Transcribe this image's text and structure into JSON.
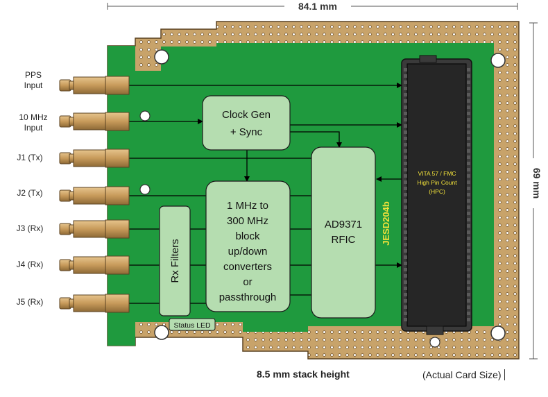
{
  "dimensions": {
    "width": "84.1 mm",
    "height": "69 mm"
  },
  "ports": [
    {
      "id": "pps",
      "line1": "PPS",
      "line2": "Input"
    },
    {
      "id": "ref10",
      "line1": "10 MHz",
      "line2": "Input"
    },
    {
      "id": "j1",
      "line1": "J1 (Tx)",
      "line2": ""
    },
    {
      "id": "j2",
      "line1": "J2 (Tx)",
      "line2": ""
    },
    {
      "id": "j3",
      "line1": "J3 (Rx)",
      "line2": ""
    },
    {
      "id": "j4",
      "line1": "J4 (Rx)",
      "line2": ""
    },
    {
      "id": "j5",
      "line1": "J5 (Rx)",
      "line2": ""
    }
  ],
  "blocks": {
    "clock": {
      "line1": "Clock Gen",
      "line2": "+ Sync"
    },
    "converters": {
      "lines": [
        "1 MHz to",
        "300 MHz",
        "block",
        "up/down",
        "converters",
        "or",
        "passthrough"
      ]
    },
    "rx_filters": "Rx Filters",
    "rfic": {
      "line1": "AD9371",
      "line2": "RFIC"
    },
    "status_led": "Status LED",
    "jesd": "JESD204b",
    "fmc": {
      "line1": "VITA 57 / FMC",
      "line2": "High Pin Count",
      "line3": "(HPC)"
    }
  },
  "footer": {
    "stack_height": "8.5 mm stack height",
    "note": "(Actual Card Size)"
  },
  "colors": {
    "board_green": "#1f9a3e",
    "border_tan": "#c8a36a",
    "block_fill": "#b5ddb0",
    "connector_gold": "#c79a5a",
    "fmc_dark": "#2a2a2a",
    "fmc_text": "#f2e23a",
    "jesd_text": "#f2e23a"
  }
}
